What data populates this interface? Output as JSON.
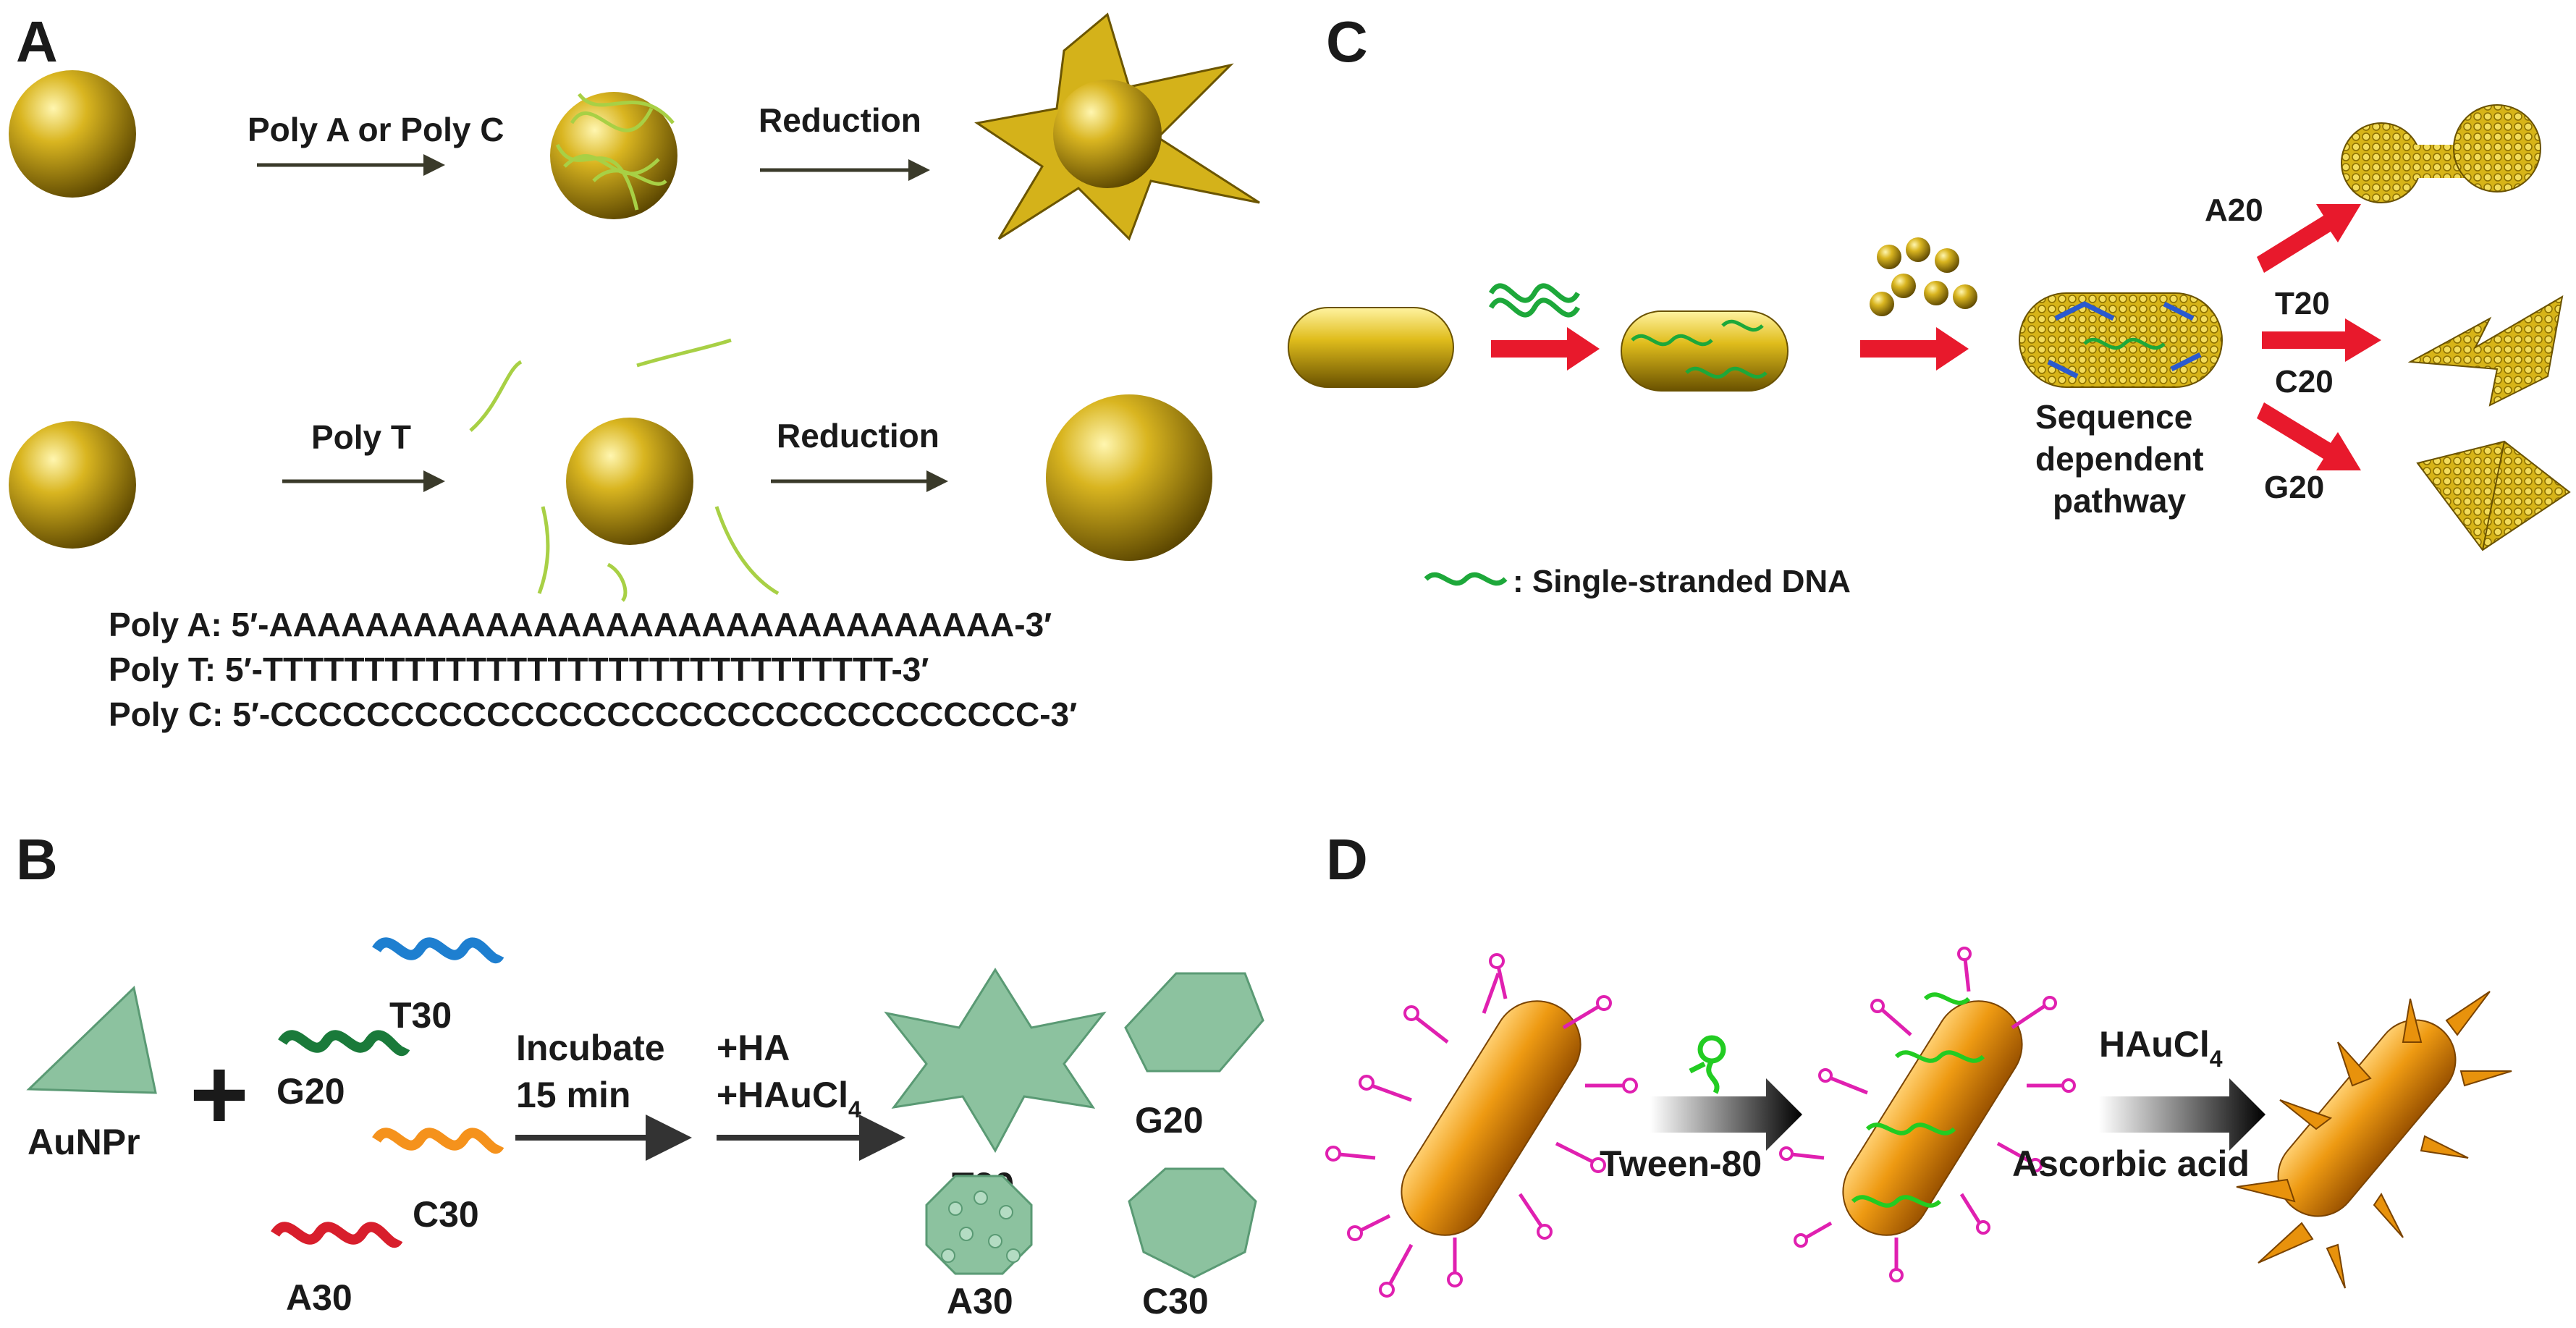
{
  "panels": {
    "a": "A",
    "b": "B",
    "c": "C",
    "d": "D"
  },
  "panel_a": {
    "row1_arrow": "Poly A or Poly C",
    "row1_reduction": "Reduction",
    "row2_arrow": "Poly T",
    "row2_reduction": "Reduction",
    "sequences": [
      "Poly A: 5′-AAAAAAAAAAAAAAAAAAAAAAAAAAAAAAA-3′",
      "Poly T: 5′-TTTTTTTTTTTTTTTTTTTTTTTTTTTTTTT-3′",
      "Poly C: 5′-CCCCCCCCCCCCCCCCCCCCCCCCCCCCCCCC-3′"
    ]
  },
  "panel_b": {
    "seed": "AuNPr",
    "plus": "+",
    "strands": [
      "T30",
      "G20",
      "C30",
      "A30"
    ],
    "step1_line1": "Incubate",
    "step1_line2": "15 min",
    "step2_line1": "+HA",
    "step2_line2": "+HAuCl",
    "step2_sub": "4",
    "products": [
      "T30",
      "G20",
      "A30",
      "C30"
    ]
  },
  "panel_c": {
    "pathway_line1": "Sequence",
    "pathway_line2": "dependent",
    "pathway_line3": "pathway",
    "branches": [
      "A20",
      "T20",
      "C20",
      "G20"
    ],
    "legend": ": Single-stranded DNA"
  },
  "panel_d": {
    "reagent1": "Tween-80",
    "reagent2_main": "HAuCl",
    "reagent2_sub": "4",
    "reagent3": "Ascorbic acid"
  },
  "colors": {
    "gold": "#c9a40e",
    "green_shape": "#8cc29f",
    "red_arrow": "#e8192c",
    "orange_rod": "#e8920c",
    "magenta": "#e020b0"
  }
}
